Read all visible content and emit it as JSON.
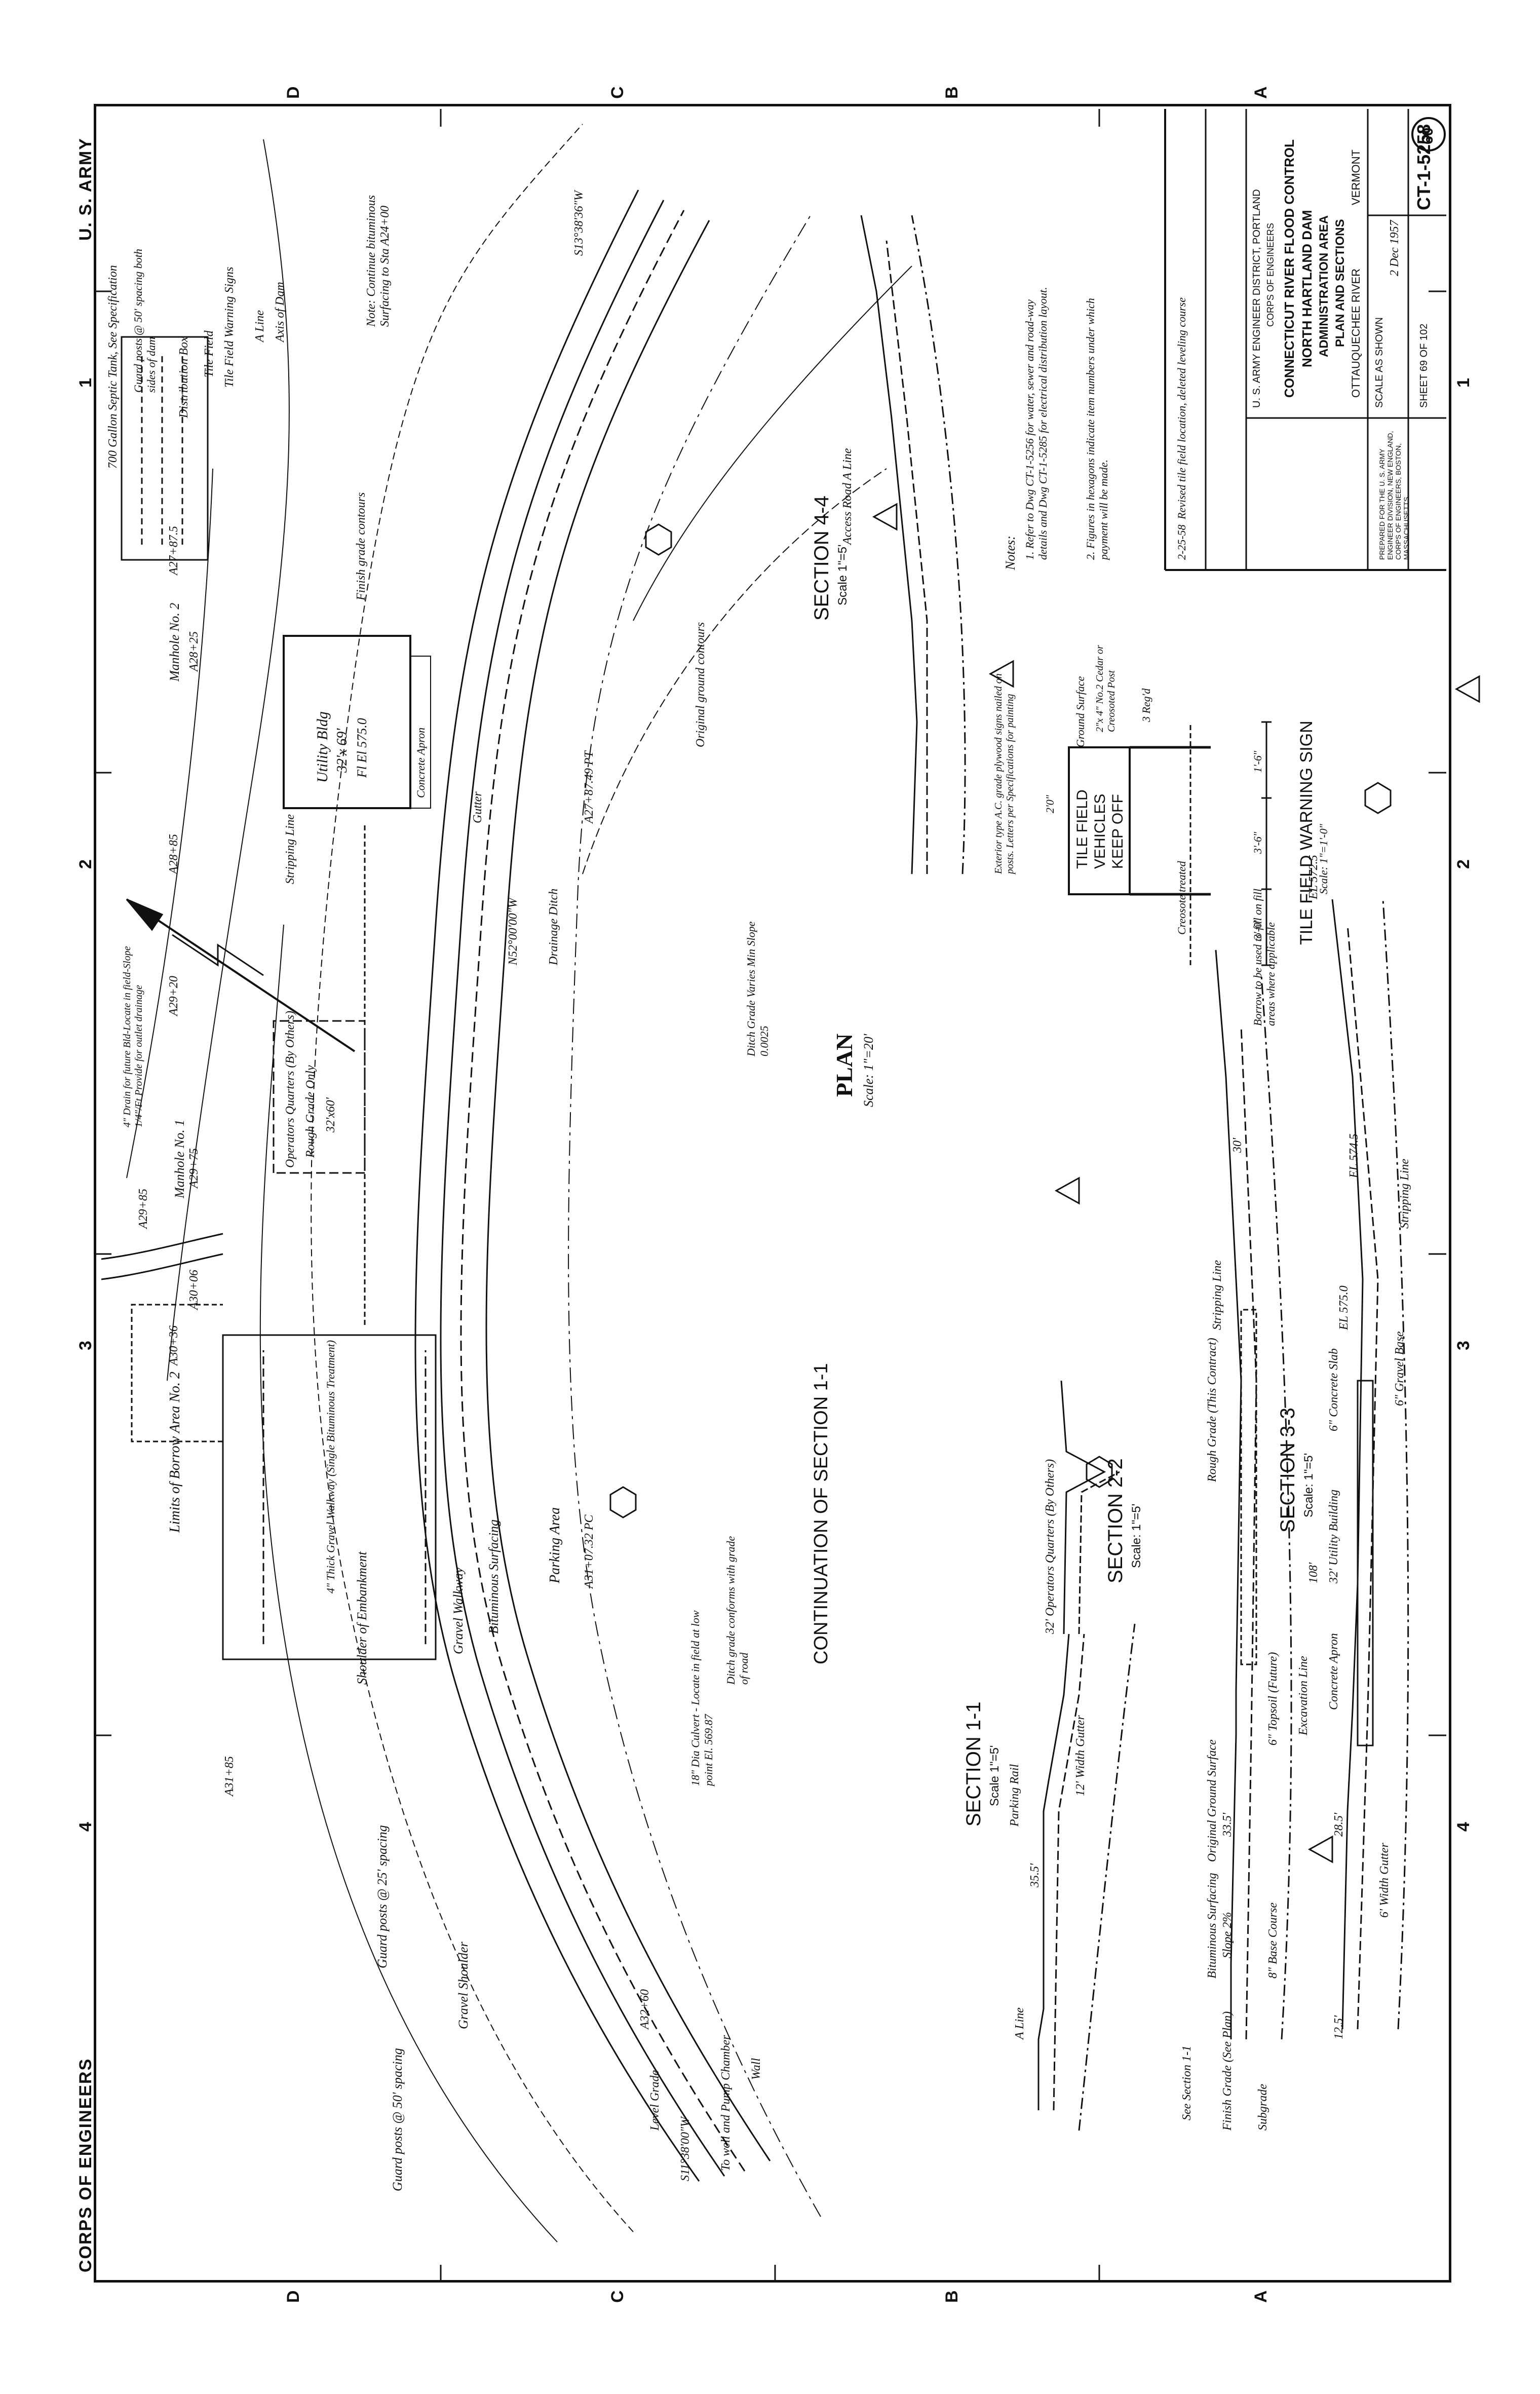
{
  "header": {
    "left": "CORPS OF ENGINEERS",
    "right": "U. S. ARMY"
  },
  "zones": {
    "numbers": [
      "4",
      "3",
      "2",
      "1"
    ],
    "letters": [
      "A",
      "B",
      "C",
      "D"
    ]
  },
  "plan": {
    "title": "PLAN",
    "scale": "Scale: 1\"=20'",
    "labels": {
      "limits_borrow": "Limits of Borrow Area No. 2",
      "guard_posts": "Guard posts @ 50' spacing",
      "guard_posts2": "Guard posts @ 25' spacing",
      "gravel_shoulder": "Gravel Shoulder",
      "parking_area": "Parking Area",
      "bituminous_surfacing": "Bituminous Surfacing",
      "gravel_walkway": "Gravel Walkway",
      "shoulder_embankment": "Shoulder of Embankment",
      "thick_gravel": "4\" Thick Gravel Walkway (Single Bituminous Treatment)",
      "operators_quarters": "Operators Quarters (By Others)",
      "rough_grade": "Rough Grade Only",
      "size_32x60": "32'x60'",
      "utility_bldg": "Utility Bldg",
      "utility_size": "32'x 69'",
      "fl_el": "Fl El 575.0",
      "concrete_apron": "Concrete Apron",
      "manhole_1": "Manhole No. 1",
      "manhole_2": "Manhole No. 2",
      "a29_85": "A29+85",
      "a29_75": "A29+75",
      "a29_20": "A29+20",
      "a28_85": "A28+85",
      "a28_25": "A28+25",
      "a27_87": "A27+87.5",
      "a27_49": "A27+87.49 PT",
      "a30_36": "A30+36",
      "a30_06": "A30+06",
      "a31_85": "A31+85",
      "a31_07": "A31+07.32 PC",
      "a32_60": "A32+60",
      "drain_note": "4\" Drain for future Bld-Locate in field-Slope 1/4\"/Ft Provide for outlet drainage",
      "septic": "700 Gallon Septic Tank, See Specification",
      "guard_posts_sides": "Guard posts @ 50' spacing both sides of dam",
      "distribution_box": "Distribution Box",
      "tile_field": "Tile Field",
      "tile_field_sign": "Tile Field Warning Signs",
      "a_line": "A Line",
      "axis_dam": "Axis of Dam",
      "note": "Note: Continue bituminous Surfacing to Sta A24+00",
      "level_grade": "Level Grade",
      "drainage_ditch": "Drainage Ditch",
      "original_contours": "Original ground contours",
      "finish_grade_contours": "Finish grade contours",
      "gutter": "Gutter",
      "stripping_line": "Stripping Line",
      "bearing1": "S11°38'00\"W",
      "bearing2": "N52°00'00\"W",
      "bearing3": "S13°38'36\"W",
      "to_well": "To well and Pump Chamber",
      "wall": "Wall",
      "culvert": "18\" Dia Culvert - Locate in field at low point El. 569.87",
      "ditch_grade": "Ditch grade conforms with grade of road",
      "ditch_grade2": "Ditch Grade Varies Min Slope 0.0025"
    }
  },
  "sections": {
    "s11": {
      "title": "SECTION 1-1",
      "scale": "Scale 1\"=5'"
    },
    "cont11": {
      "title": "CONTINUATION OF SECTION 1-1"
    },
    "s22": {
      "title": "SECTION 2-2",
      "scale": "Scale: 1\"=5'"
    },
    "s33": {
      "title": "SECTION 3-3",
      "scale": "Scale: 1\"=5'"
    },
    "s44": {
      "title": "SECTION 4-4",
      "scale": "Scale 1\"=5'"
    },
    "labels": {
      "a_line": "A Line",
      "see_section": "See Section 1-1",
      "finish_grade": "Finish Grade (See Plan)",
      "subgrade": "Subgrade",
      "bituminous": "Bituminous Surfacing",
      "slope2": "Slope 2%",
      "base_course": "8\" Base Course",
      "original_ground": "Original Ground Surface",
      "excavation": "Excavation Line",
      "topsoil": "6\" Topsoil (Future)",
      "gutter6": "6' Width Gutter",
      "concrete_apron": "Concrete Apron",
      "utility32": "32' Utility Building",
      "concrete_slab": "6\" Concrete Slab",
      "gravel_base": "6\" Gravel Base",
      "ops32": "32' Operators Quarters (By Others)",
      "rough_grade": "Rough Grade (This Contract)",
      "parking_rail": "Parking Rail",
      "gutter12": "12' Width Gutter",
      "stripping": "Stripping Line",
      "borrow_fill": "Borrow to be used to fill on fill areas where applicable",
      "d35_5": "35.5'",
      "d33_5": "33.5'",
      "d28_5": "28.5'",
      "d12_5": "12.5'",
      "d30": "30'",
      "d108": "108'",
      "el5745": "EL 574.5",
      "el5750": "EL 575.0",
      "el5725": "EL 572.5",
      "access_road": "Access Road A Line",
      "stripping_line": "Stripping Line"
    }
  },
  "sign": {
    "title": "TILE FIELD WARNING SIGN",
    "scale": "Scale: 1\"=1'-0\"",
    "text": [
      "TILE FIELD",
      "VEHICLES",
      "KEEP OFF"
    ],
    "creosote": "Creosote treated",
    "dims": [
      "3'-0\"",
      "3'-6\"",
      "1'-6\""
    ],
    "ground": "Ground Surface",
    "post": "2\"x 4\" No.2 Cedar or Creosoted Post",
    "regd": "3 Reg'd",
    "paint_note": "Exterior type A.C. grade plywood signs nailed on posts. Letters per Specifications for painting",
    "dim207": "2'0\""
  },
  "notes": {
    "title": "Notes:",
    "items": [
      "1. Refer to Dwg CT-1-5256 for water, sewer and road-way details and Dwg CT-1-5285 for electrical distribution layout.",
      "2. Figures in hexagons indicate item numbers under which payment will be made."
    ]
  },
  "title_block": {
    "revision": "Revised tile field location, deleted leveling course",
    "revision_date": "2-25-58",
    "agency1": "U. S. ARMY ENGINEER DISTRICT, PORTLAND",
    "agency2": "CORPS OF ENGINEERS",
    "project": "CONNECTICUT RIVER FLOOD CONTROL",
    "dam": "NORTH HARTLAND DAM",
    "area": "ADMINISTRATION AREA",
    "sheet_title": "PLAN AND SECTIONS",
    "river": "OTTAUQUECHEE RIVER",
    "state": "VERMONT",
    "scale": "SCALE AS SHOWN",
    "date": "2 Dec 1957",
    "sheet": "SHEET 69 OF 102",
    "prepared": "PREPARED FOR THE U. S. ARMY ENGINEER DIVISION, NEW ENGLAND, CORPS OF ENGINEERS, BOSTON, MASSACHUSETTS",
    "dwg_no": "CT-1-5258",
    "circle": "60"
  },
  "colors": {
    "ink": "#111111",
    "paper": "#ffffff"
  }
}
